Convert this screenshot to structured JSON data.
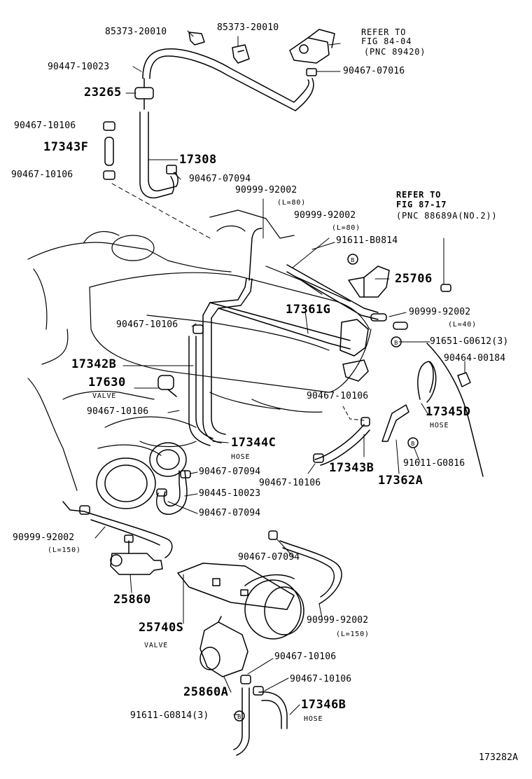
{
  "parts": {
    "p85373_a": "85373-20010",
    "p85373_b": "85373-20010",
    "p90447_10023": "90447-10023",
    "p90467_07016": "90467-07016",
    "p23265": "23265",
    "p90467_10106_a": "90467-10106",
    "p17343F": "17343F",
    "p90467_10106_b": "90467-10106",
    "p17308": "17308",
    "p90467_07094_a": "90467-07094",
    "p90999_92002_a": "90999-92002",
    "p90999_92002_b": "90999-92002",
    "p91611_B0814": "91611-B0814",
    "p25706": "25706",
    "p17361G": "17361G",
    "p90999_92002_c": "90999-92002",
    "p90467_10106_c": "90467-10106",
    "p91651_G0612": "91651-G0612(3)",
    "p17342B": "17342B",
    "p90464_00184": "90464-00184",
    "p17630": "17630",
    "p90467_10106_d": "90467-10106",
    "p90467_10106_e": "90467-10106",
    "p17345D": "17345D",
    "p17344C": "17344C",
    "p90467_07094_b": "90467-07094",
    "p17343B": "17343B",
    "p91611_G0816": "91611-G0816",
    "p90467_10106_f": "90467-10106",
    "p17362A": "17362A",
    "p90445_10023": "90445-10023",
    "p90467_07094_c": "90467-07094",
    "p90999_92002_d": "90999-92002",
    "p90467_07094_d": "90467-07094",
    "p25860": "25860",
    "p90999_92002_e": "90999-92002",
    "p25740S": "25740S",
    "p90467_10106_g": "90467-10106",
    "p90467_10106_h": "90467-10106",
    "p25860A": "25860A",
    "p17346B": "17346B",
    "p91611_G0814": "91611-G0814(3)"
  },
  "notes": {
    "refer_a_1": "REFER TO",
    "refer_a_2": "FIG 84-04",
    "refer_a_3": "(PNC 89420)",
    "refer_b_1": "REFER TO",
    "refer_b_2": "FIG 87-17",
    "refer_b_3": "(PNC 88689A(NO.2))",
    "len_80_a": "(L=80)",
    "len_80_b": "(L=80)",
    "len_40": "(L=40)",
    "len_150_a": "(L=150)",
    "len_150_b": "(L=150)",
    "valve_a": "VALVE",
    "valve_b": "VALVE",
    "hose_a": "HOSE",
    "hose_b": "HOSE",
    "hose_c": "HOSE",
    "figure_id": "173282A"
  }
}
